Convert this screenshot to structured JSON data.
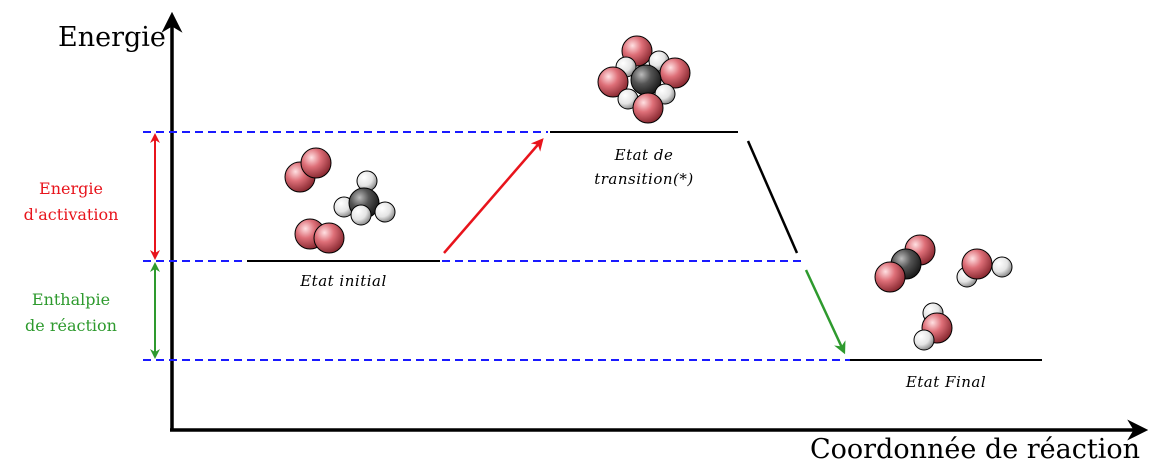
{
  "axes": {
    "y_label": "Energie",
    "x_label": "Coordonnée de réaction"
  },
  "states": {
    "initial": {
      "label": "Etat initial"
    },
    "transition": {
      "label_line1": "Etat de",
      "label_line2": "transition(*)"
    },
    "final": {
      "label": "Etat Final"
    }
  },
  "annotations": {
    "activation": {
      "line1": "Energie",
      "line2": "d'activation"
    },
    "enthalpy": {
      "line1": "Enthalpie",
      "line2": "de réaction"
    }
  },
  "colors": {
    "activation": "#e8141c",
    "enthalpy": "#2e9a2e",
    "reference_lines": "#1a1aff",
    "oxygen_atom": "#d9626b",
    "carbon_atom": "#444444",
    "hydrogen_atom": "#f0f0f0"
  },
  "molecules": {
    "initial": [
      "O2",
      "CH4",
      "O2"
    ],
    "transition": [
      "transition-complex"
    ],
    "final": [
      "CO2",
      "H2O",
      "H2O"
    ]
  }
}
